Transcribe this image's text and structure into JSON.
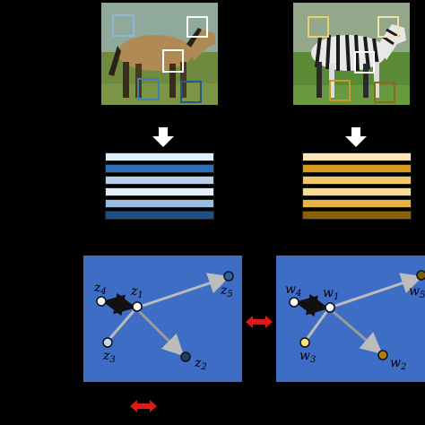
{
  "images": {
    "left": {
      "subject": "horse",
      "colors": {
        "sky": "#8faa9c",
        "grass": "#6f8a3f",
        "body": "#b08a55",
        "mane": "#2a2218"
      }
    },
    "right": {
      "subject": "zebra",
      "colors": {
        "sky": "#93a88a",
        "grass": "#5b8a37",
        "stripe_dark": "#1a1a1a",
        "stripe_light": "#e8e8e8"
      }
    }
  },
  "patch_colors": {
    "left": [
      "#8fb8d6",
      "#ffffff",
      "#ffffff",
      "#3f7fb8",
      "#1e5a8c"
    ],
    "right": [
      "#e8d070",
      "#f2e2a8",
      "#ffffff",
      "#c89a28",
      "#8a6a18"
    ]
  },
  "feature_stacks": {
    "left": [
      "#dfeefb",
      "#2d6eb8",
      "#b7cfea",
      "#e3eef9",
      "#9bbbe0",
      "#1d4f86"
    ],
    "right": [
      "#fbe6b8",
      "#d79a1c",
      "#f1c867",
      "#f7dc98",
      "#e8b446",
      "#8a6008"
    ]
  },
  "left_graph": {
    "nodes": [
      {
        "id": "z1",
        "base": "z",
        "sub": "1",
        "color": "#ffffff"
      },
      {
        "id": "z2",
        "base": "z",
        "sub": "2",
        "color": "#1f3d6b"
      },
      {
        "id": "z3",
        "base": "z",
        "sub": "3",
        "color": "#c5d8ee"
      },
      {
        "id": "z4",
        "base": "z",
        "sub": "4",
        "color": "#ffffff"
      },
      {
        "id": "z5",
        "base": "z",
        "sub": "5",
        "color": "#2f5f9e"
      }
    ]
  },
  "right_graph": {
    "nodes": [
      {
        "id": "w1",
        "base": "w",
        "sub": "1",
        "color": "#ffffff"
      },
      {
        "id": "w2",
        "base": "w",
        "sub": "2",
        "color": "#b07a14"
      },
      {
        "id": "w3",
        "base": "w",
        "sub": "3",
        "color": "#f6e37a"
      },
      {
        "id": "w4",
        "base": "w",
        "sub": "4",
        "color": "#ffffff"
      },
      {
        "id": "w5",
        "base": "w",
        "sub": "5",
        "color": "#7a5a10"
      }
    ]
  },
  "accent_colors": {
    "panel": "#3e6dc6",
    "double_arrow": "#e01818",
    "edge_gray": "#bcbcbc",
    "edge_dark": "#111111"
  }
}
